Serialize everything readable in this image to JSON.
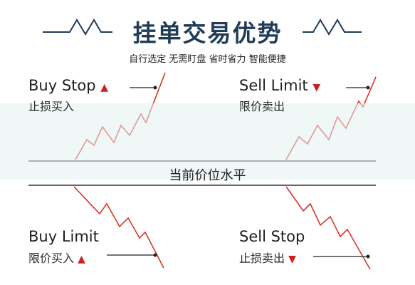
{
  "header": {
    "title": "挂单交易优势",
    "subtitle": "自行选定 无需盯盘 省时省力 智能便捷"
  },
  "price_level": {
    "label": "当前价位水平"
  },
  "orders": [
    {
      "id": "buy_stop",
      "en": "Buy Stop",
      "cn": "止损买入",
      "direction": "up"
    },
    {
      "id": "sell_limit",
      "en": "Sell Limit",
      "cn": "限价卖出",
      "direction": "down"
    },
    {
      "id": "buy_limit",
      "en": "Buy Limit",
      "cn": "限价买入",
      "direction": "up"
    },
    {
      "id": "sell_stop",
      "en": "Sell Stop",
      "cn": "止损卖出",
      "direction": "down"
    }
  ],
  "icons": {
    "up": "arrow-up-icon",
    "down": "arrow-down-icon"
  },
  "colors": {
    "price_line": "#d9342b",
    "accent_red": "#cc1f1f",
    "title": "#1f3b57",
    "rule": "#333333"
  }
}
